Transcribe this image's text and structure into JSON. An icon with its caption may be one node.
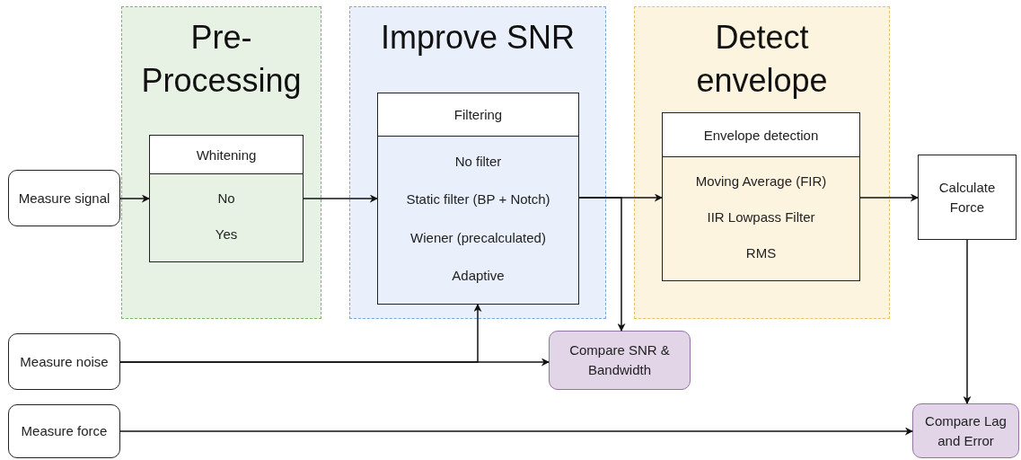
{
  "diagram": {
    "nodes": [
      {
        "text": [
          "Pre- Processing"
        ]
      },
      {
        "text": [
          "Whitening",
          "No",
          "Yes"
        ],
        "in": 0
      },
      {
        "text": [
          "Improve SNR"
        ]
      },
      {
        "text": [
          "Filtering",
          "No filter",
          "Static filter (BP + Notch)",
          "Wiener (precalculated)",
          "Adaptive"
        ],
        "in": 2
      },
      {
        "text": [
          "Detect envelope"
        ]
      },
      {
        "text": [
          "Envelope detection",
          "Moving Average (FIR)",
          "IIR Lowpass Filter",
          "RMS"
        ],
        "in": 4
      },
      {
        "text": [
          "Measure signal"
        ]
      },
      {
        "text": [
          "Calculate Force"
        ]
      },
      {
        "text": [
          "Measure noise"
        ]
      },
      {
        "text": [
          "Compare SNR & Bandwidth"
        ]
      },
      {
        "text": [
          "Measure force"
        ]
      },
      {
        "text": [
          "Compare Lag and Error"
        ]
      }
    ],
    "edges": [
      {
        "from": 6,
        "to": 1,
        "arrow": "to"
      },
      {
        "from": 1,
        "to": 3,
        "arrow": "to"
      },
      {
        "from": 3,
        "to": 5,
        "arrow": "to"
      },
      {
        "from": 3,
        "to": 9,
        "arrow": "to"
      },
      {
        "from": 5,
        "to": 7,
        "arrow": "to"
      },
      {
        "from": 7,
        "to": 11,
        "arrow": "to"
      },
      {
        "from": 8,
        "to": 3,
        "arrow": "to"
      },
      {
        "from": 8,
        "to": 9,
        "arrow": "to"
      },
      {
        "from": 10,
        "to": 11,
        "arrow": "to"
      }
    ]
  }
}
